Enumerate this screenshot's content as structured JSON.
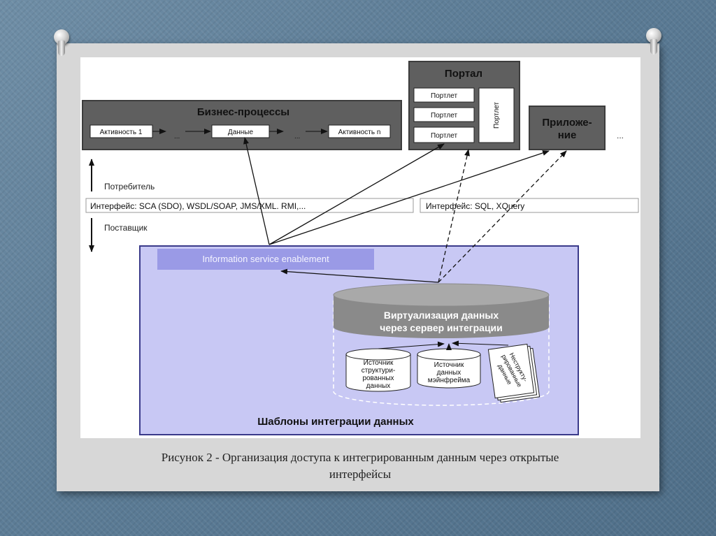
{
  "diagram": {
    "business_processes": {
      "title": "Бизнес-процессы",
      "steps": [
        "Активность 1",
        "Данные",
        "Активность n"
      ],
      "ellipsis": "..."
    },
    "portal": {
      "title": "Портал",
      "portlets": [
        "Портлет",
        "Портлет",
        "Портлет"
      ],
      "side_portlet": "Портлет"
    },
    "application": {
      "title_line1": "Приложе-",
      "title_line2": "ние"
    },
    "side_ellipsis": "...",
    "consumer_label": "Потребитель",
    "provider_label": "Поставщик",
    "interface_left": "Интерфейс: SCA (SDO), WSDL/SOAP, JMS/XML. RMI,...",
    "interface_right": "Интерфейс: SQL, XQuery",
    "ise_label": "Information service enablement",
    "virtualization": {
      "line1": "Виртуализация данных",
      "line2": "через сервер интеграции"
    },
    "sources": {
      "structured": [
        "Источник",
        "структури-",
        "рованных",
        "данных"
      ],
      "mainframe": [
        "Источник",
        "данных",
        "мэйнфрейма"
      ],
      "unstructured": [
        "Неструкту-",
        "рированные",
        "данные"
      ]
    },
    "templates_label": "Шаблоны интеграции данных"
  },
  "caption": {
    "line1": "Рисунок 2 - Организация доступа к интегрированным данным через открытые",
    "line2": "интерфейсы"
  },
  "colors": {
    "dark_box": "#5f5f5f",
    "integration_panel": "#c8c8f4",
    "ise_bar": "#9a9ae6",
    "panel_border": "#3a3a8a"
  }
}
